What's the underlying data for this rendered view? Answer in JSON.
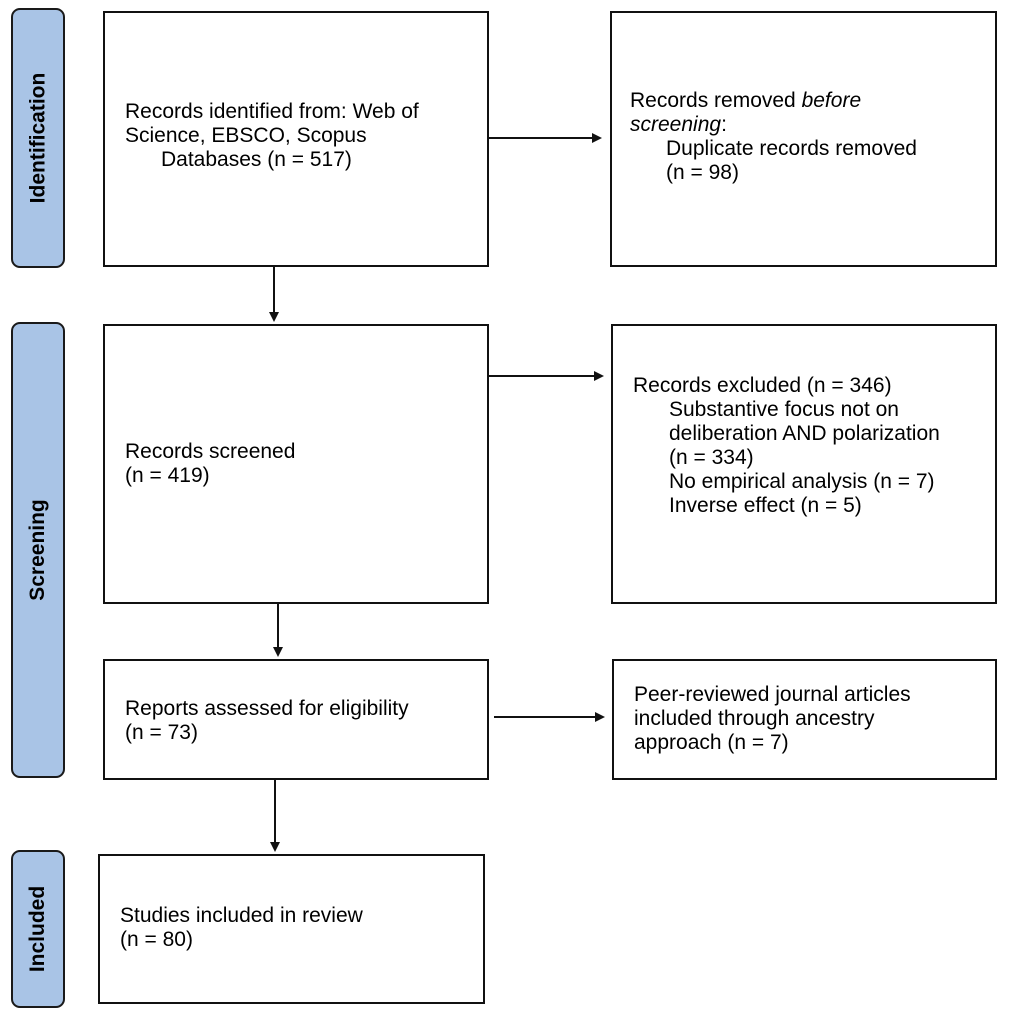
{
  "colors": {
    "phase_fill": "#a9c4e6",
    "border": "#111111",
    "arrow": "#111111"
  },
  "phases": {
    "identification": "Identification",
    "screening": "Screening",
    "included": "Included"
  },
  "identification_box": {
    "line1": "Records identified from: Web of",
    "line2": "Science, EBSCO, Scopus",
    "line3": "Databases (n = 517)"
  },
  "removed_box": {
    "line1": "Records removed ",
    "line1_italic": "before",
    "line2_italic": "screening",
    "line2_rest": ":",
    "line3": "Duplicate records removed",
    "line4": "(n = 98)"
  },
  "screened_box": {
    "line1": "Records screened",
    "line2": "(n = 419)"
  },
  "excluded_box": {
    "line1": "Records excluded (n = 346)",
    "line2": "Substantive focus not on",
    "line3": "deliberation AND polarization",
    "line4": "(n = 334)",
    "line5": "No empirical analysis (n = 7)",
    "line6": "Inverse effect (n = 5)"
  },
  "eligibility_box": {
    "line1": "Reports assessed for eligibility",
    "line2": "(n = 73)"
  },
  "ancestry_box": {
    "line1": "Peer-reviewed journal articles",
    "line2": "included through ancestry",
    "line3": "approach (n = 7)"
  },
  "included_box": {
    "line1": "Studies included in review",
    "line2": "(n = 80)"
  }
}
